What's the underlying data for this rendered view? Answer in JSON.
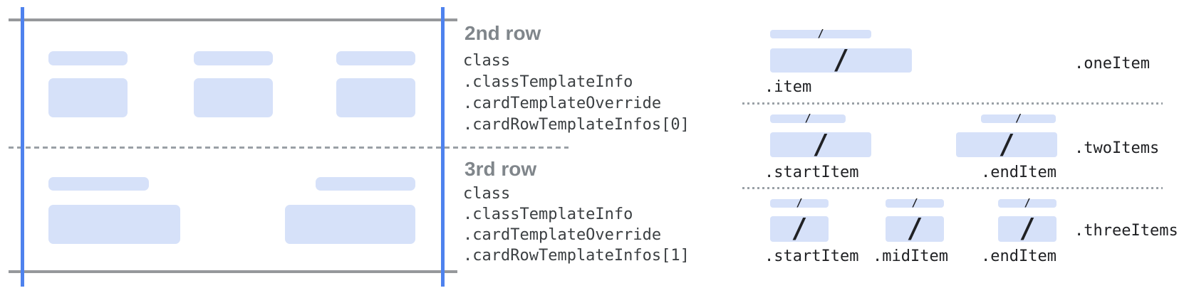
{
  "colors": {
    "placeholder_blue": "#d6e1f9",
    "margin_line_blue": "#4e82ee",
    "frame_line_gray": "#96989b",
    "dash_gray": "#9aa0a6",
    "heading_gray": "#80868b",
    "code_text": "#3c4043",
    "label_text": "#202124"
  },
  "glyphs": {
    "slash": "/"
  },
  "middle": {
    "sections": [
      {
        "heading": "2nd row",
        "code_lines": [
          "class",
          ".classTemplateInfo",
          ".cardTemplateOverride",
          ".cardRowTemplateInfos[0]"
        ]
      },
      {
        "heading": "3rd row",
        "code_lines": [
          "class",
          ".classTemplateInfo",
          ".cardTemplateOverride",
          ".cardRowTemplateInfos[1]"
        ]
      }
    ]
  },
  "right": {
    "sections": [
      {
        "side_label": ".oneItem",
        "item_labels": [
          ".item"
        ]
      },
      {
        "side_label": ".twoItems",
        "item_labels": [
          ".startItem",
          ".endItem"
        ]
      },
      {
        "side_label": ".threeItems",
        "item_labels": [
          ".startItem",
          ".midItem",
          ".endItem"
        ]
      }
    ]
  }
}
